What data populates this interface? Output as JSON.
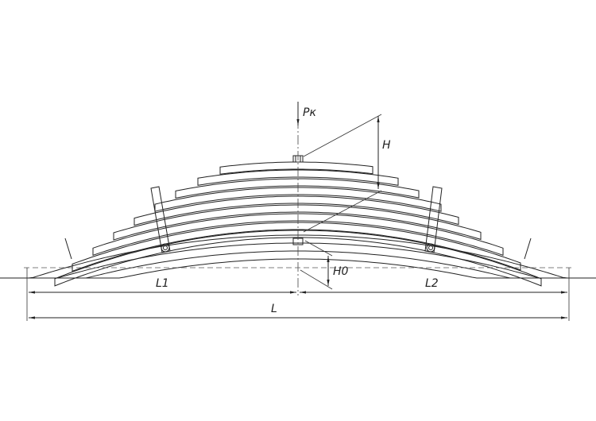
{
  "labels": {
    "pk": "Pк",
    "h": "H",
    "h0": "H0",
    "l1": "L1",
    "l2": "L2",
    "l": "L"
  },
  "colors": {
    "line": "#222222",
    "background": "#ffffff"
  }
}
